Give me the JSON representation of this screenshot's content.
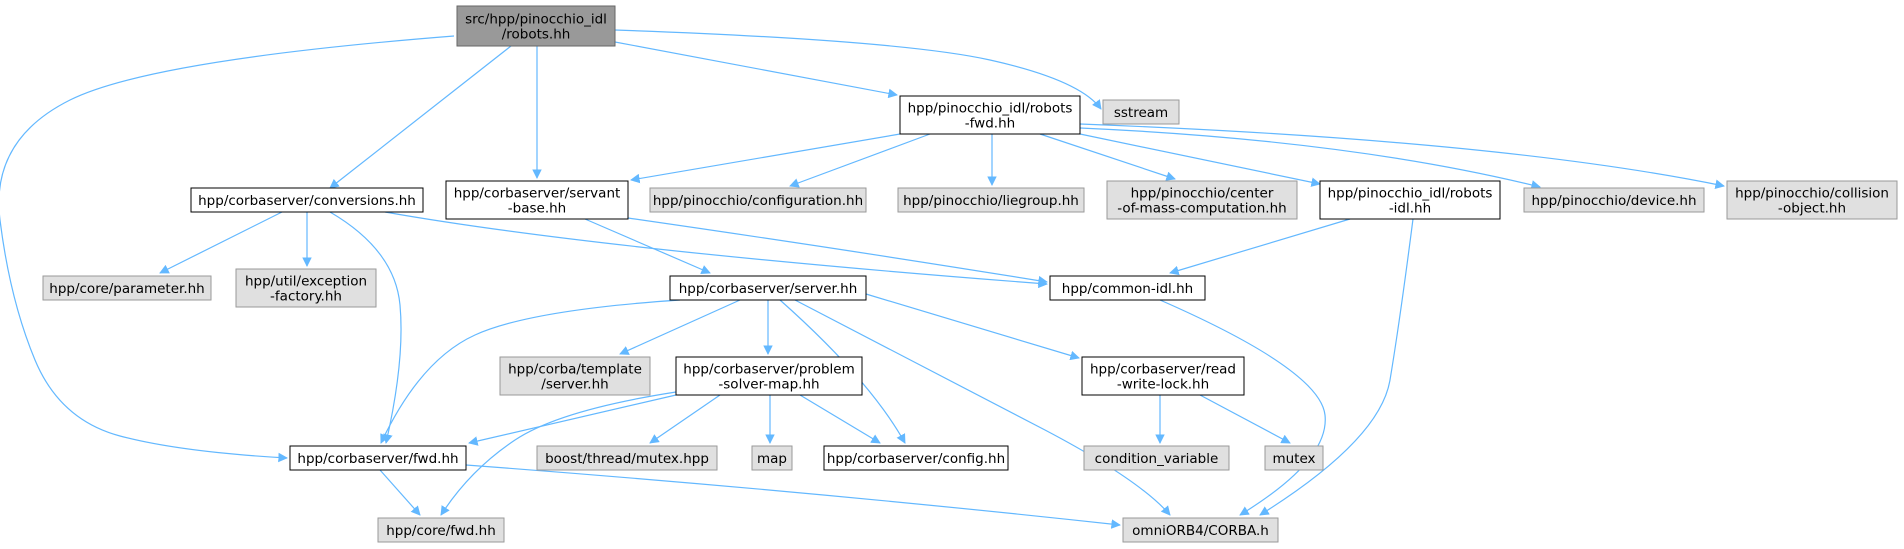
{
  "diagram": {
    "title": "",
    "colors": {
      "background": "#ffffff",
      "root_fill": "#999999",
      "root_border": "#666666",
      "project_fill": "#ffffff",
      "project_border": "#000000",
      "external_fill": "#e0e0e0",
      "external_border": "#999999",
      "edge": "#63b8ff"
    },
    "nodes": [
      {
        "id": "root",
        "lines": [
          "src/hpp/pinocchio_idl",
          "/robots.hh"
        ],
        "kind": "root"
      },
      {
        "id": "robots_fwd",
        "lines": [
          "hpp/pinocchio_idl/robots",
          "-fwd.hh"
        ],
        "kind": "project"
      },
      {
        "id": "sstream",
        "lines": [
          "sstream"
        ],
        "kind": "external"
      },
      {
        "id": "conversions",
        "lines": [
          "hpp/corbaserver/conversions.hh"
        ],
        "kind": "project"
      },
      {
        "id": "servant_base",
        "lines": [
          "hpp/corbaserver/servant",
          "-base.hh"
        ],
        "kind": "project"
      },
      {
        "id": "configuration",
        "lines": [
          "hpp/pinocchio/configuration.hh"
        ],
        "kind": "external"
      },
      {
        "id": "liegroup",
        "lines": [
          "hpp/pinocchio/liegroup.hh"
        ],
        "kind": "external"
      },
      {
        "id": "com",
        "lines": [
          "hpp/pinocchio/center",
          "-of-mass-computation.hh"
        ],
        "kind": "external"
      },
      {
        "id": "robots_idl",
        "lines": [
          "hpp/pinocchio_idl/robots",
          "-idl.hh"
        ],
        "kind": "project"
      },
      {
        "id": "device",
        "lines": [
          "hpp/pinocchio/device.hh"
        ],
        "kind": "external"
      },
      {
        "id": "collision",
        "lines": [
          "hpp/pinocchio/collision",
          "-object.hh"
        ],
        "kind": "external"
      },
      {
        "id": "parameter",
        "lines": [
          "hpp/core/parameter.hh"
        ],
        "kind": "external"
      },
      {
        "id": "exception",
        "lines": [
          "hpp/util/exception",
          "-factory.hh"
        ],
        "kind": "external"
      },
      {
        "id": "server",
        "lines": [
          "hpp/corbaserver/server.hh"
        ],
        "kind": "project"
      },
      {
        "id": "common_idl",
        "lines": [
          "hpp/common-idl.hh"
        ],
        "kind": "project"
      },
      {
        "id": "corba_template",
        "lines": [
          "hpp/corba/template",
          "/server.hh"
        ],
        "kind": "external"
      },
      {
        "id": "psmap",
        "lines": [
          "hpp/corbaserver/problem",
          "-solver-map.hh"
        ],
        "kind": "project"
      },
      {
        "id": "rwlock",
        "lines": [
          "hpp/corbaserver/read",
          "-write-lock.hh"
        ],
        "kind": "project"
      },
      {
        "id": "cs_fwd",
        "lines": [
          "hpp/corbaserver/fwd.hh"
        ],
        "kind": "project"
      },
      {
        "id": "boost_mutex",
        "lines": [
          "boost/thread/mutex.hpp"
        ],
        "kind": "external"
      },
      {
        "id": "map",
        "lines": [
          "map"
        ],
        "kind": "external"
      },
      {
        "id": "config",
        "lines": [
          "hpp/corbaserver/config.hh"
        ],
        "kind": "project"
      },
      {
        "id": "condvar",
        "lines": [
          "condition_variable"
        ],
        "kind": "external"
      },
      {
        "id": "mutex",
        "lines": [
          "mutex"
        ],
        "kind": "external"
      },
      {
        "id": "core_fwd",
        "lines": [
          "hpp/core/fwd.hh"
        ],
        "kind": "external"
      },
      {
        "id": "corba_h",
        "lines": [
          "omniORB4/CORBA.h"
        ],
        "kind": "external"
      }
    ],
    "edges": [
      {
        "from": "root",
        "to": "cs_fwd"
      },
      {
        "from": "root",
        "to": "conversions"
      },
      {
        "from": "root",
        "to": "servant_base"
      },
      {
        "from": "root",
        "to": "robots_fwd"
      },
      {
        "from": "root",
        "to": "sstream"
      },
      {
        "from": "robots_fwd",
        "to": "servant_base"
      },
      {
        "from": "robots_fwd",
        "to": "configuration"
      },
      {
        "from": "robots_fwd",
        "to": "liegroup"
      },
      {
        "from": "robots_fwd",
        "to": "com"
      },
      {
        "from": "robots_fwd",
        "to": "robots_idl"
      },
      {
        "from": "robots_fwd",
        "to": "device"
      },
      {
        "from": "robots_fwd",
        "to": "collision"
      },
      {
        "from": "conversions",
        "to": "parameter"
      },
      {
        "from": "conversions",
        "to": "exception"
      },
      {
        "from": "conversions",
        "to": "cs_fwd"
      },
      {
        "from": "conversions",
        "to": "common_idl"
      },
      {
        "from": "servant_base",
        "to": "server"
      },
      {
        "from": "servant_base",
        "to": "common_idl"
      },
      {
        "from": "robots_idl",
        "to": "common_idl"
      },
      {
        "from": "robots_idl",
        "to": "corba_h"
      },
      {
        "from": "server",
        "to": "cs_fwd"
      },
      {
        "from": "server",
        "to": "corba_template"
      },
      {
        "from": "server",
        "to": "psmap"
      },
      {
        "from": "server",
        "to": "config"
      },
      {
        "from": "server",
        "to": "corba_h"
      },
      {
        "from": "server",
        "to": "rwlock"
      },
      {
        "from": "common_idl",
        "to": "corba_h"
      },
      {
        "from": "psmap",
        "to": "cs_fwd"
      },
      {
        "from": "psmap",
        "to": "core_fwd"
      },
      {
        "from": "psmap",
        "to": "boost_mutex"
      },
      {
        "from": "psmap",
        "to": "map"
      },
      {
        "from": "psmap",
        "to": "config"
      },
      {
        "from": "rwlock",
        "to": "condvar"
      },
      {
        "from": "rwlock",
        "to": "mutex"
      },
      {
        "from": "cs_fwd",
        "to": "core_fwd"
      },
      {
        "from": "cs_fwd",
        "to": "corba_h"
      }
    ]
  }
}
